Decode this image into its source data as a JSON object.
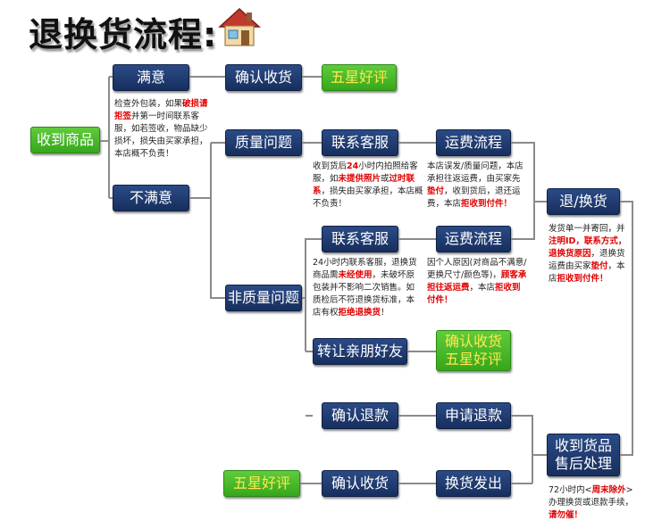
{
  "title": "退换货流程:",
  "nodes": {
    "received": "收到商品",
    "satisfied": "满意",
    "confirm1": "确认收货",
    "five_star1": "五星好评",
    "unsatisfied": "不满意",
    "quality": "质量问题",
    "contact1": "联系客服",
    "shipping1": "运费流程",
    "return_exchange": "退/换货",
    "non_quality": "非质量问题",
    "contact2": "联系客服",
    "shipping2": "运费流程",
    "transfer": "转让亲朋好友",
    "confirm_star_l1": "确认收货",
    "confirm_star_l2": "五星好评",
    "confirm_refund": "确认退款",
    "apply_refund": "申请退款",
    "after_sales_l1": "收到货品",
    "after_sales_l2": "售后处理",
    "five_star2": "五星好评",
    "confirm2": "确认收货",
    "exchange_ship": "换货发出"
  },
  "notes": {
    "inspect": {
      "p1": "检查外包装，如果",
      "r1": "破损请拒签",
      "p2": "并第一时间联系客服，如若签收，物品缺少损坏，损失由买家承担，本店概不负责！"
    },
    "quality": {
      "p1": "收到货后",
      "r1": "24",
      "p2": "小时内拍照给客服，如",
      "r2": "未提供照片",
      "p3": "或",
      "r3": "过时联系",
      "p4": "，损失由买家承担，本店概不负责！"
    },
    "shipping1": {
      "p1": "本店误发/质量问题，本店承担往返运费，由买家先",
      "r1": "垫付",
      "p2": "，收到货后，退还运费，本店",
      "r2": "拒收到付件！"
    },
    "return": {
      "p1": "发货单一并寄回，并",
      "r1": "注明ID，联系方式，退换货原因",
      "p2": "，退换货运费由买家",
      "r2": "垫付",
      "p3": "，本店",
      "r3": "拒收到付件！"
    },
    "non_quality": {
      "p1": "24小时内联系客服，退换货商品需",
      "r1": "未经使用",
      "p2": "，未破坏原包装并不影响二次销售。如质检后不符退换货标准，本店有权",
      "r2": "拒绝退换货",
      "p3": "！"
    },
    "shipping2": {
      "p1": "因个人原因(对商品不满意/更换尺寸/颜色等)，",
      "r1": "顾客承担往返运费",
      "p2": "，本店",
      "r2": "拒收到付件！"
    },
    "after_sales": {
      "p1": "72小时内<",
      "r1": "周末除外",
      "p2": ">办理换货或退款手续，",
      "r2": "请勿催！"
    }
  },
  "colors": {
    "navy": "#1f3d73",
    "green": "#44b526",
    "highlight": "#e00000",
    "connector": "#8a8a8a"
  },
  "icons": [
    "house-icon"
  ]
}
